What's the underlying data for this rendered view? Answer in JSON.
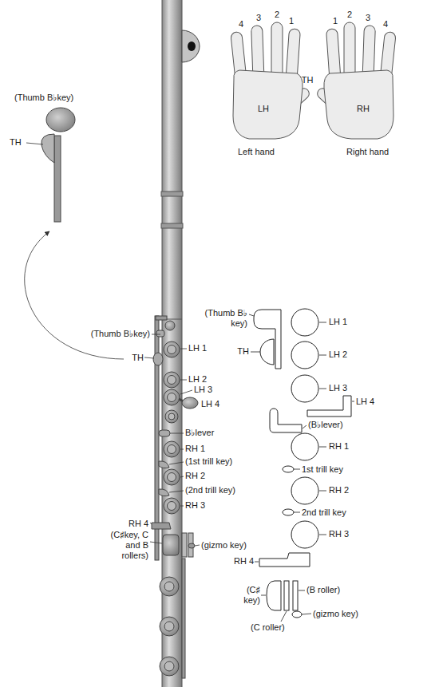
{
  "diagram": {
    "labels": [
      "4",
      "3",
      "2",
      "1",
      "TH",
      "LH",
      "Left hand",
      "1",
      "2",
      "3",
      "4",
      "RH",
      "Right hand",
      "(Thumb B♭key)",
      "TH",
      "(Thumb B♭key)",
      "LH 1",
      "TH",
      "LH 2",
      "LH 3",
      "LH 4",
      "B♭lever",
      "RH 1",
      "(1st trill key)",
      "RH 2",
      "(2nd trill key)",
      "RH 3",
      "RH 4",
      "(C♯key, C and B rollers)",
      "(gizmo key)",
      "(Thumb B♭ key)",
      "LH 1",
      "TH",
      "LH 2",
      "LH 3",
      "LH 4",
      "(B♭lever)",
      "RH 1",
      "1st trill key",
      "RH 2",
      "2nd trill key",
      "RH 3",
      "RH 4",
      "(C♯ key)",
      "(B roller)",
      "(C roller)",
      "(gizmo key)"
    ]
  }
}
